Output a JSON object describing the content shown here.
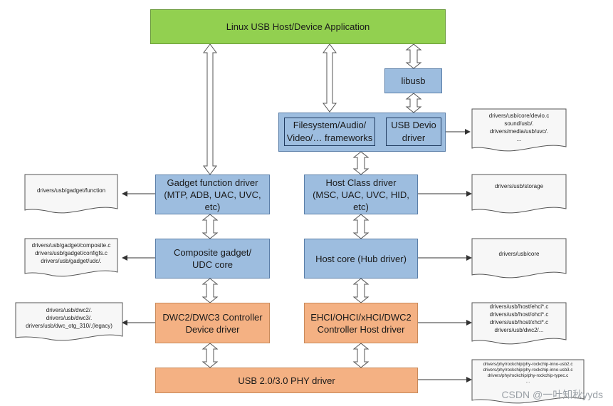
{
  "boxes": {
    "app": "Linux USB Host/Device Application",
    "libusb": "libusb",
    "fs_frameworks": [
      "Filesystem/Audio/",
      "Video/… frameworks"
    ],
    "usb_devio": [
      "USB Devio",
      "driver"
    ],
    "gadget_function": [
      "Gadget function driver",
      "(MTP, ADB, UAC, UVC, etc)"
    ],
    "host_class": [
      "Host Class driver",
      "(MSC, UAC, UVC, HID, etc)"
    ],
    "composite": [
      "Composite gadget/",
      "UDC core"
    ],
    "host_core": "Host core (Hub driver)",
    "dwc_device": [
      "DWC2/DWC3 Controller",
      "Device driver"
    ],
    "ehci_host": [
      "EHCI/OHCI/xHCI/DWC2",
      "Controller Host driver"
    ],
    "phy": "USB 2.0/3.0 PHY driver"
  },
  "docs": {
    "devio": [
      "drivers/usb/core/devio.c",
      "sound/usb/.",
      "drivers/media/usb/uvc/.",
      "..."
    ],
    "gadget_function": [
      "drivers/usb/gadget/function"
    ],
    "storage": [
      "drivers/usb/storage"
    ],
    "composite": [
      "drivers/usb/gadget/composite.c",
      "drivers/usb/gadget/configfs.c",
      "drivers/usb/gadget/udc/."
    ],
    "core": [
      "drivers/usb/core"
    ],
    "dwc": [
      "drivers/usb/dwc2/.",
      "drivers/usb/dwc3/.",
      "drivers/usb/dwc_otg_310/.(legacy)"
    ],
    "host": [
      "drivers/usb/host/ehci*.c",
      "drivers/usb/host/ohci*.c",
      "drivers/usb/host/xhci*.c",
      "drivers/usb/dwc2/..."
    ],
    "phy": [
      "drivers/phy/rockchip/phy-rockchip-inno-usb2.c",
      "drivers/phy/rockchip/phy-rockchip-inno-usb3.c",
      "drivers/phy/rockchip/phy-rockchip-typec.c",
      "..."
    ]
  },
  "watermark": "CSDN @一叶知秋yyds",
  "colors": {
    "green": "#92d050",
    "blue": "#9dbddf",
    "orange": "#f4b183"
  }
}
